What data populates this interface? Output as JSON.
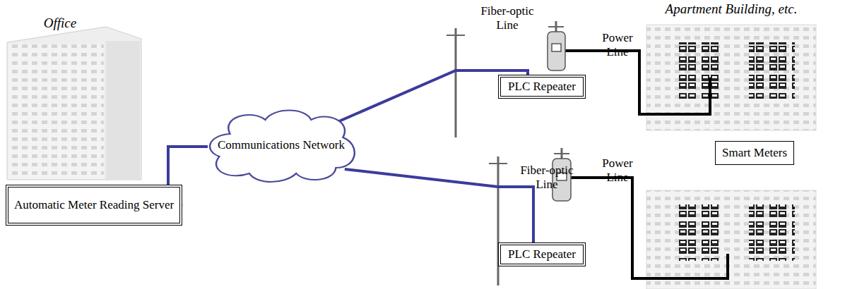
{
  "diagram": {
    "nodes": [
      {
        "text": [
          "Automatic Meter Reading Server"
        ]
      },
      {
        "text": [
          "Communications Network"
        ]
      },
      {
        "text": [
          "PLC Repeater"
        ]
      },
      {
        "text": [
          "Smart Meters"
        ]
      },
      {
        "text": [
          "PLC Repeater"
        ]
      }
    ],
    "edges": [
      {
        "from": 0,
        "to": 1,
        "arrow": "none"
      },
      {
        "from": 1,
        "to": 2,
        "arrow": "none"
      },
      {
        "from": 1,
        "to": 4,
        "arrow": "none"
      }
    ],
    "labels": [
      "Office",
      "Apartment Building, etc.",
      "Fiber-optic Line",
      "Power Line",
      "Fiber-optic Line",
      "Power Line"
    ]
  }
}
